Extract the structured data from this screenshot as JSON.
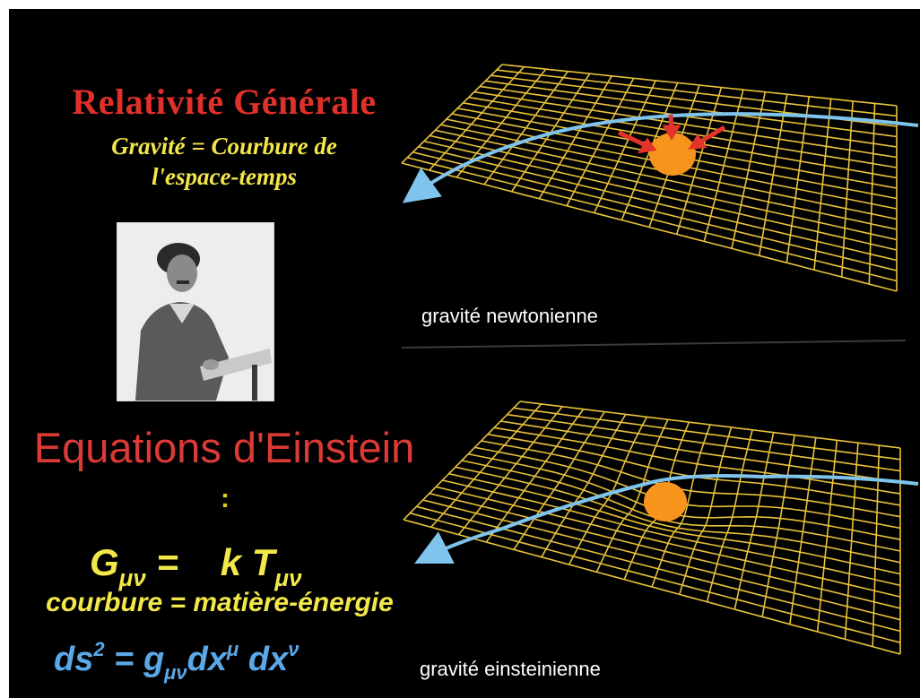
{
  "title": "Relativité Générale",
  "subtitle_line1": "Gravité = Courbure de",
  "subtitle_line2": "l'espace-temps",
  "equations_title": "Equations d'Einstein",
  "equations_colon": ":",
  "einstein_eq": {
    "G": "G",
    "G_sub": "μν",
    "eq": "=",
    "k": "k",
    "T": "T",
    "T_sub": "μν"
  },
  "eq_meaning": "courbure = matière-énergie",
  "metric": {
    "ds": "ds",
    "ds_sup": "2",
    "eq": "=",
    "g": "g",
    "g_sub": "μν",
    "dx1": "dx",
    "dx1_sup": "μ",
    "dx2": "dx",
    "dx2_sup": "ν"
  },
  "label_newton": "gravité newtonienne",
  "label_einstein": "gravité einsteinienne",
  "colors": {
    "background": "#000000",
    "title_red": "#e0302a",
    "subtitle_yellow": "#f2e64a",
    "grid_yellow": "#e8c23a",
    "trajectory_blue": "#7fc4ec",
    "mass_orange": "#f7941d",
    "arrow_red": "#e3332a",
    "metric_blue": "#5aa8e8"
  }
}
